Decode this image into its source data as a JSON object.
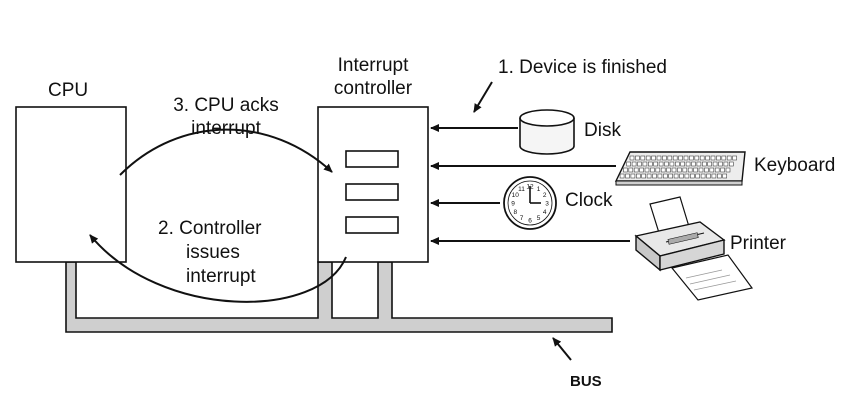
{
  "cpu": {
    "label": "CPU"
  },
  "controller": {
    "label_line1": "Interrupt",
    "label_line2": "controller"
  },
  "steps": {
    "step1": "1. Device is finished",
    "step2_line1": "2. Controller",
    "step2_line2": "issues",
    "step2_line3": "interrupt",
    "step3_line1": "3. CPU acks",
    "step3_line2": "interrupt"
  },
  "devices": {
    "disk": "Disk",
    "keyboard": "Keyboard",
    "clock": "Clock",
    "printer": "Printer"
  },
  "clock_numbers": [
    "12",
    "1",
    "2",
    "3",
    "4",
    "5",
    "6",
    "7",
    "8",
    "9",
    "10",
    "11"
  ],
  "bus": {
    "label": "BUS"
  },
  "colors": {
    "stroke": "#111111",
    "bus_fill": "#cfcfcf",
    "device_fill": "#f2f2f2"
  }
}
